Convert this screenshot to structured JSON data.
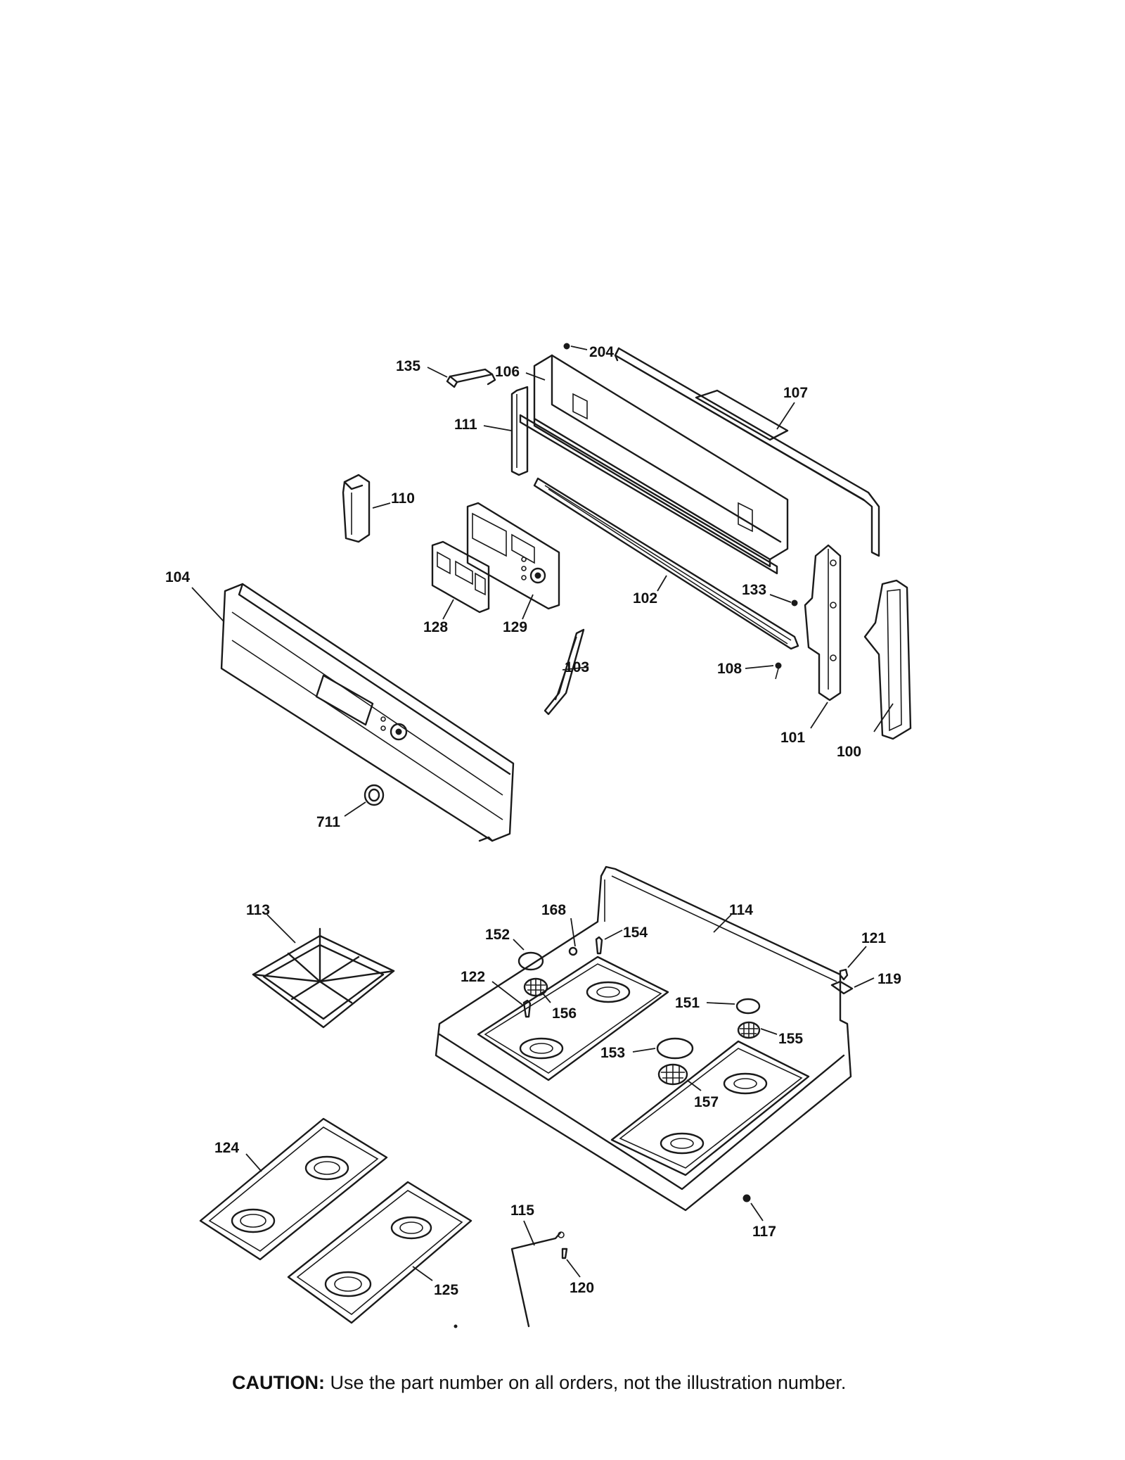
{
  "caution": {
    "heading": "CAUTION:",
    "text": "Use the part number on all orders, not the illustration number."
  },
  "callouts": {
    "c100": "100",
    "c101": "101",
    "c102": "102",
    "c103": "103",
    "c104": "104",
    "c106": "106",
    "c107": "107",
    "c108": "108",
    "c110": "110",
    "c111": "111",
    "c113": "113",
    "c114": "114",
    "c115": "115",
    "c117": "117",
    "c119": "119",
    "c120": "120",
    "c121": "121",
    "c122": "122",
    "c124": "124",
    "c125": "125",
    "c128": "128",
    "c129": "129",
    "c133": "133",
    "c135": "135",
    "c151": "151",
    "c152": "152",
    "c153": "153",
    "c154": "154",
    "c155": "155",
    "c156": "156",
    "c157": "157",
    "c168": "168",
    "c204": "204",
    "c711": "711"
  }
}
